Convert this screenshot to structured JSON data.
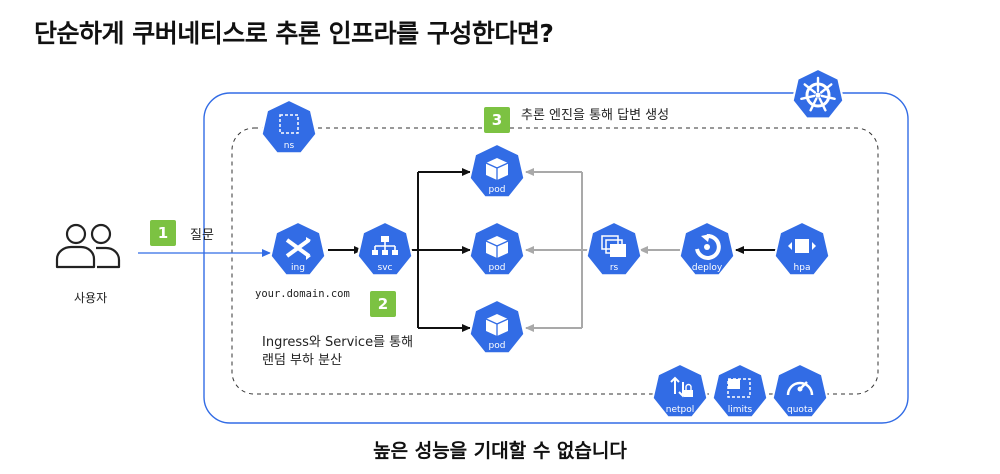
{
  "title": "단순하게 쿠버네티스로 추론 인프라를 구성한다면?",
  "footer": "높은 성능을 기대할 수 없습니다",
  "user_label": "사용자",
  "steps": [
    {
      "number": "1",
      "text": "질문"
    },
    {
      "number": "2",
      "text": "Ingress와 Service를 통해 랜덤 부하 분산"
    },
    {
      "number": "3",
      "text": "추론 엔진을 통해 답변 생성"
    }
  ],
  "domain_text": "your.domain.com",
  "nodes": {
    "ns": "ns",
    "ing": "ing",
    "svc": "svc",
    "pod": "pod",
    "rs": "rs",
    "deploy": "deploy",
    "hpa": "hpa",
    "netpol": "netpol",
    "limits": "limits",
    "quota": "quota"
  },
  "colors": {
    "k8s_blue": "#326ce5",
    "step_green": "#7cc242",
    "arrow_black": "#111111",
    "arrow_gray": "#a9a9a9"
  }
}
